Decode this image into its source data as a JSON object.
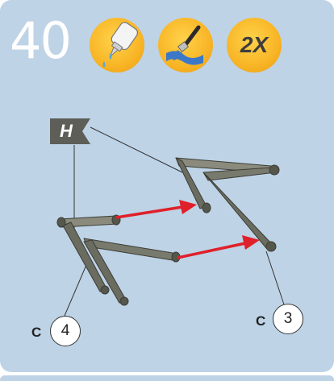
{
  "step": {
    "number": "40",
    "badges": [
      {
        "type": "glue",
        "icon": "glue-bottle-icon"
      },
      {
        "type": "paint",
        "icon": "paintbrush-icon"
      },
      {
        "type": "quantity",
        "label": "2X"
      }
    ]
  },
  "flag": {
    "label": "H"
  },
  "parts": [
    {
      "letter": "C",
      "number": "4"
    },
    {
      "letter": "C",
      "number": "3"
    }
  ],
  "colors": {
    "panel_background": "#bed3e6",
    "badge_orange": "#f8b526",
    "part_gray": "#6b6c60",
    "arrow_red": "#e0202a",
    "flag_gray": "#5e5e58"
  }
}
